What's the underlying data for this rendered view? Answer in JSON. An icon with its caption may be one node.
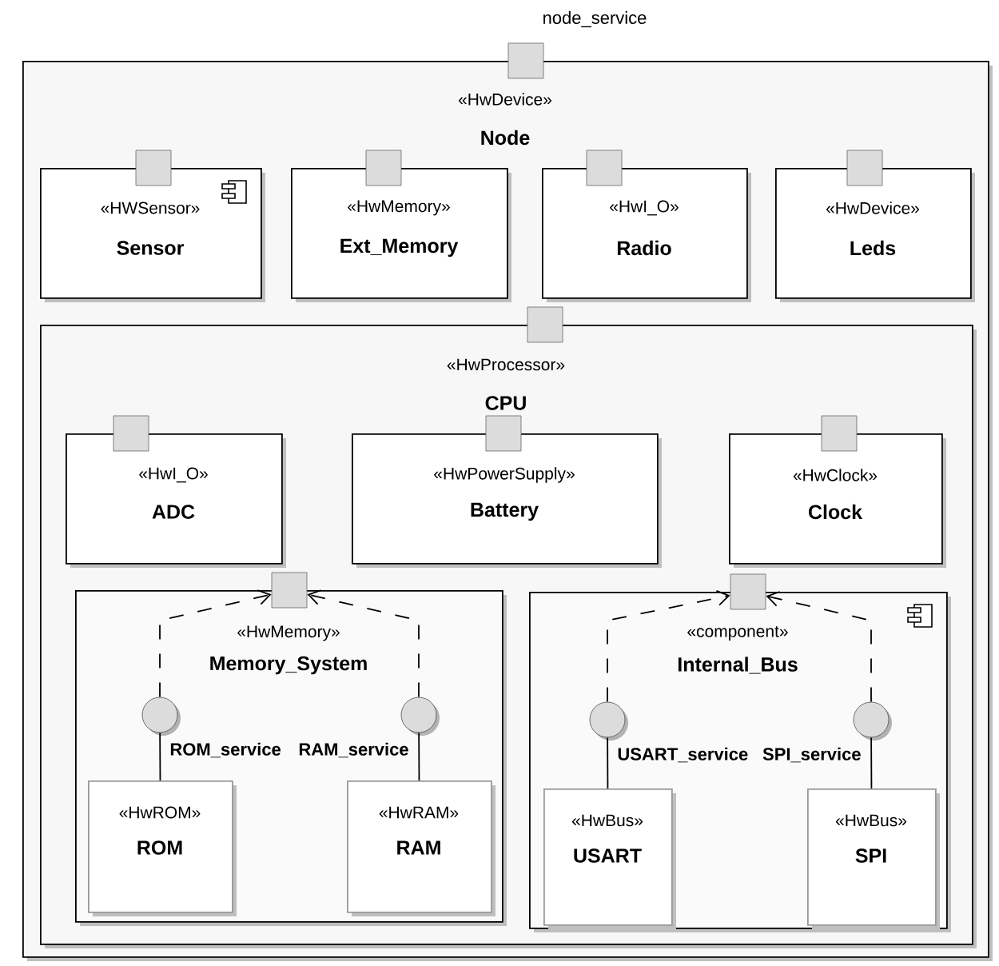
{
  "diagram": {
    "nodes": [
      {
        "text": [
          "«HwDevice»",
          "Node"
        ]
      },
      {
        "text": [
          "«HWSensor»",
          "Sensor"
        ],
        "in": 0
      },
      {
        "text": [
          "«HwMemory»",
          "Ext_Memory"
        ],
        "in": 0
      },
      {
        "text": [
          "«HwI_O»",
          "Radio"
        ],
        "in": 0
      },
      {
        "text": [
          "«HwDevice»",
          "Leds"
        ],
        "in": 0
      },
      {
        "text": [
          "«HwProcessor»",
          "CPU"
        ],
        "in": 0
      },
      {
        "text": [
          "«HwI_O»",
          "ADC"
        ],
        "in": 5
      },
      {
        "text": [
          "«HwPowerSupply»",
          "Battery"
        ],
        "in": 5
      },
      {
        "text": [
          "«HwClock»",
          "Clock"
        ],
        "in": 5
      },
      {
        "text": [
          "«HwMemory»",
          "Memory_System"
        ],
        "in": 5
      },
      {
        "text": [],
        "shape": "box",
        "in": 5
      },
      {
        "text": [],
        "shape": "circle",
        "beside": [
          "ROM_service"
        ],
        "in": 9
      },
      {
        "text": [],
        "shape": "circle",
        "beside": [
          "RAM_service"
        ],
        "in": 9
      },
      {
        "text": [
          "«HwROM»",
          "ROM"
        ],
        "in": 9
      },
      {
        "text": [
          "«HwRAM»",
          "RAM"
        ],
        "in": 9
      },
      {
        "text": [
          "«component»",
          "Internal_Bus"
        ],
        "in": 5
      },
      {
        "text": [],
        "shape": "box",
        "in": 5
      },
      {
        "text": [],
        "shape": "circle",
        "beside": [
          "USART_service"
        ],
        "in": 15
      },
      {
        "text": [],
        "shape": "circle",
        "beside": [
          "SPI_service"
        ],
        "in": 15
      },
      {
        "text": [
          "«HwBus»",
          "USART"
        ],
        "in": 15
      },
      {
        "text": [
          "«HwBus»",
          "SPI"
        ],
        "in": 15
      },
      {
        "text": [],
        "shape": "box"
      },
      {
        "text": [],
        "shape": "box",
        "in": 0
      },
      {
        "text": [],
        "shape": "box",
        "in": 0
      },
      {
        "text": [],
        "shape": "box",
        "in": 0
      },
      {
        "text": [],
        "shape": "box",
        "in": 0
      },
      {
        "text": [],
        "shape": "box",
        "in": 0
      },
      {
        "text": [],
        "shape": "box",
        "in": 5
      },
      {
        "text": [],
        "shape": "box",
        "in": 5
      },
      {
        "text": [],
        "shape": "box",
        "in": 5
      }
    ],
    "edges": [
      {
        "from": 13,
        "to": 11,
        "arrow": "none"
      },
      {
        "from": 11,
        "to": 10,
        "arrow": "to",
        "style": "dashed"
      },
      {
        "from": 14,
        "to": 12,
        "arrow": "none"
      },
      {
        "from": 12,
        "to": 10,
        "arrow": "to",
        "style": "dashed"
      },
      {
        "from": 19,
        "to": 17,
        "arrow": "none"
      },
      {
        "from": 17,
        "to": 16,
        "arrow": "to",
        "style": "dashed"
      },
      {
        "from": 20,
        "to": 18,
        "arrow": "none"
      },
      {
        "from": 18,
        "to": 16,
        "arrow": "to",
        "style": "dashed"
      }
    ],
    "labels": [
      "node_service"
    ]
  }
}
